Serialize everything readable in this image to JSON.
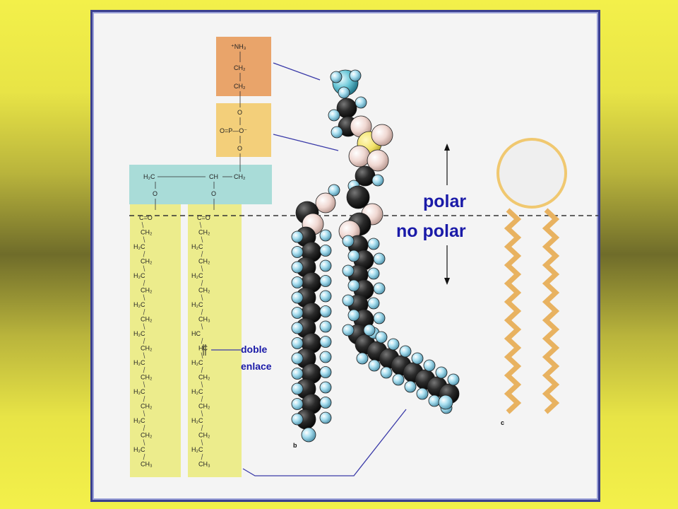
{
  "labels": {
    "polar": "polar",
    "no_polar": "no polar",
    "double_bond_line1": "doble",
    "double_bond_line2": "enlace",
    "panel_b": "b",
    "panel_c": "c"
  },
  "headgroup": {
    "amine": "⁺NH₃",
    "ch2_a": "CH₂",
    "ch2_b": "CH₂",
    "o_top": "O",
    "phosphate": "O=P—O⁻",
    "o_bottom": "O"
  },
  "glycerol": {
    "left": "H₂C",
    "mid": "CH",
    "right": "CH₂",
    "o_left": "O",
    "o_mid": "O"
  },
  "chain_left": [
    "C=O",
    "CH₂",
    "H₂C",
    "CH₂",
    "H₂C",
    "CH₂",
    "H₂C",
    "CH₂",
    "H₂C",
    "CH₂",
    "H₂C",
    "CH₂",
    "H₂C",
    "CH₂",
    "H₂C",
    "CH₂",
    "H₂C",
    "CH₃"
  ],
  "chain_right": [
    "C=O",
    "CH₂",
    "H₂C",
    "CH₂",
    "H₂C",
    "CH₂",
    "H₂C",
    "CH₃",
    "HC",
    "HC",
    "H₂C",
    "CH₂",
    "H₂C",
    "CH₂",
    "H₂C",
    "CH₂",
    "H₂C",
    "CH₃"
  ],
  "colors": {
    "head_box": "#e9a46a",
    "phosphate_box": "#f3cf7a",
    "glycerol_box": "#a9dcd8",
    "chain_box": "#ecec8c",
    "atom_carbon": "#2b2b2b",
    "atom_hydrogen": "#a9dff0",
    "atom_oxygen": "#f0d8d2",
    "atom_phosphorus": "#f3e36a",
    "tail_zigzag": "#e8b260",
    "head_circle": "#f0c870",
    "annotation": "#1a1aa8"
  }
}
